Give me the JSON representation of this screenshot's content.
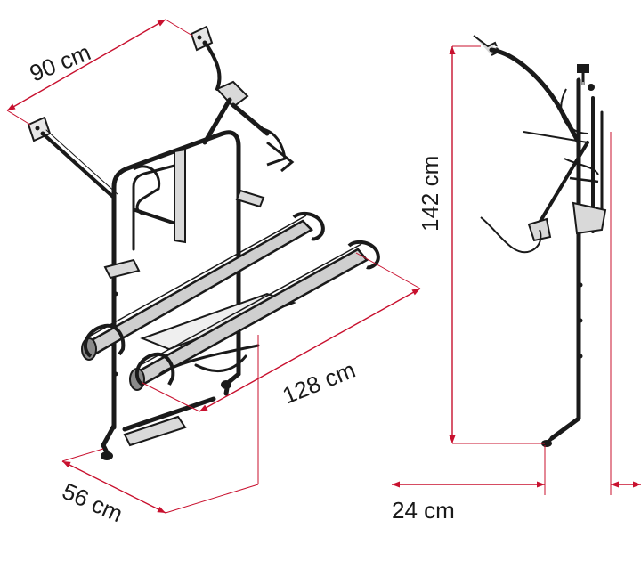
{
  "dimensions": {
    "width_label": "90 cm",
    "length_label": "128 cm",
    "depth_label": "56 cm",
    "height_label": "142 cm",
    "side_depth_label": "24 cm"
  },
  "colors": {
    "dimension_line": "#c8102e",
    "frame_stroke": "#1a1a1a",
    "frame_fill": "#d9d9d9",
    "text": "#1a1a1a"
  }
}
